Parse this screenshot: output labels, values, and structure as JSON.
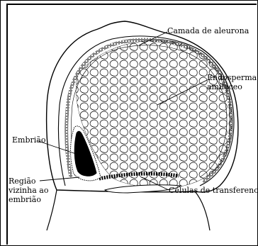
{
  "labels": {
    "aleurona": "Camada de aleurona",
    "endosperma_line1": "Endosperma",
    "endosperma_line2": "amiláceo",
    "embriao": "Embrião",
    "regiao_line1": "Região",
    "regiao_line2": "vizinha ao",
    "regiao_line3": "embrião",
    "celulas": "Células de transferencia"
  }
}
